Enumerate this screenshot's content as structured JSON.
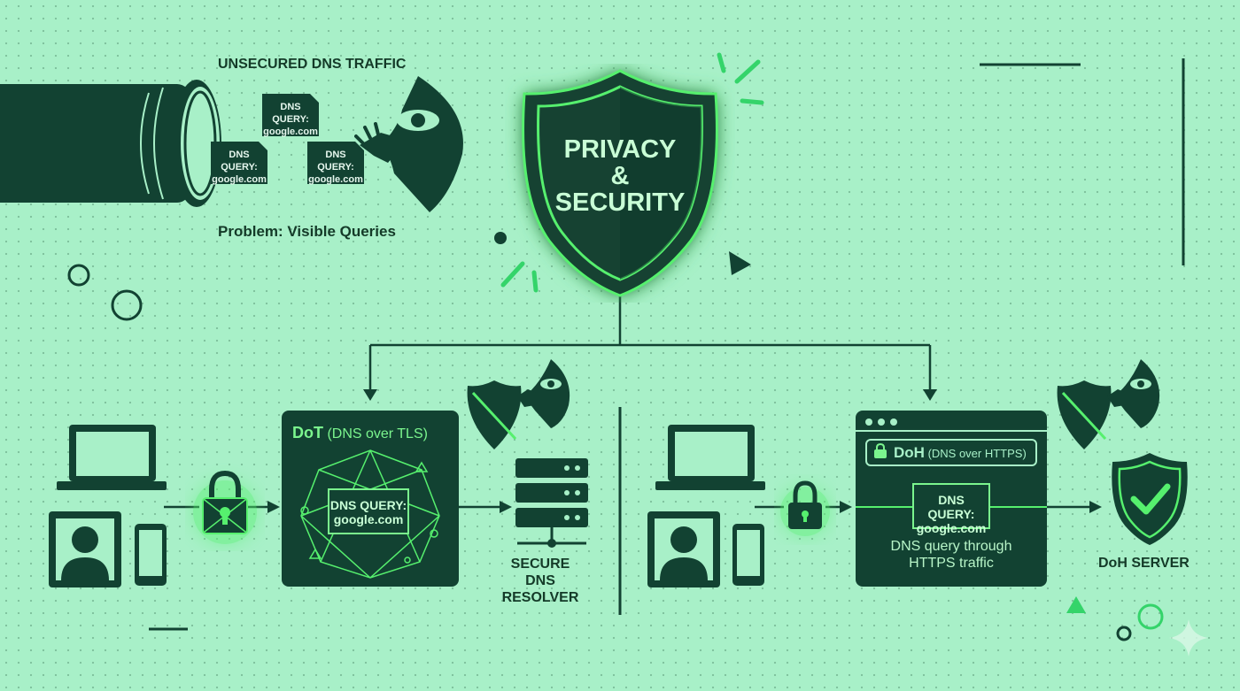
{
  "top": {
    "unsecured_label": "UNSECURED DNS TRAFFIC",
    "problem_label": "Problem: Visible Queries",
    "queries": [
      {
        "line1": "DNS QUERY:",
        "line2": "google.com"
      },
      {
        "line1": "DNS QUERY:",
        "line2": "google.com"
      },
      {
        "line1": "DNS QUERY:",
        "line2": "google.com"
      }
    ]
  },
  "shield": {
    "line1": "PRIVACY",
    "line2": "&",
    "line3": "SECURITY"
  },
  "dot": {
    "title_bold": "DoT",
    "title_rest": " (DNS over TLS)",
    "query_line1": "DNS QUERY:",
    "query_line2": "google.com",
    "resolver_line1": "SECURE DNS",
    "resolver_line2": "RESOLVER"
  },
  "doh": {
    "title_bold": "DoH",
    "title_rest": " (DNS over HTTPS)",
    "query_line1": "DNS QUERY:",
    "query_line2": "google.com",
    "desc_line1": "DNS query through",
    "desc_line2": "HTTPS traffic",
    "server_label": "DoH SERVER"
  },
  "colors": {
    "background": "#a8f0c8",
    "dark": "#124232",
    "accent": "#56f06e",
    "text": "#143a28"
  },
  "icons": [
    "pipe-icon",
    "eavesdropper-icon",
    "shield-icon",
    "laptop-icon",
    "user-icon",
    "phone-icon",
    "padlock-icon",
    "server-icon",
    "check-shield-icon",
    "blocked-shield-icon"
  ]
}
